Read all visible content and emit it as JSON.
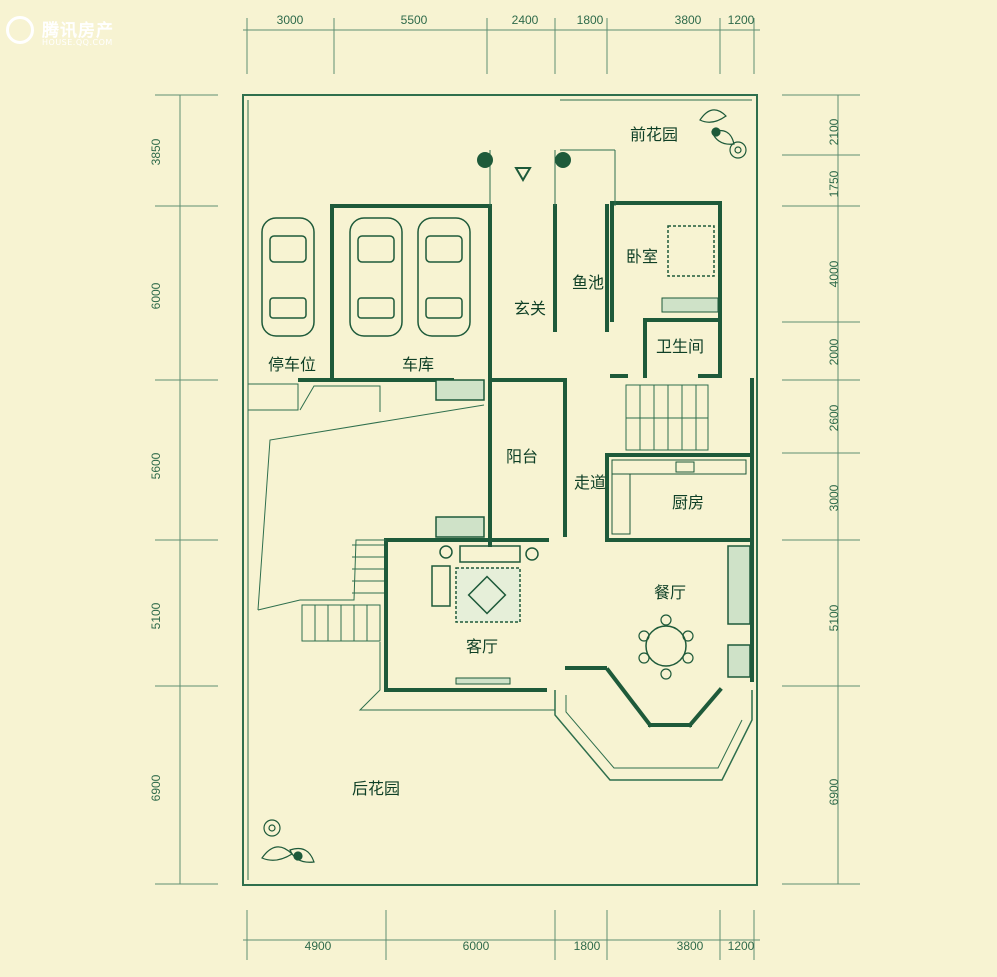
{
  "watermark": {
    "brand": "腾讯房产",
    "domain": "HOUSE.QQ.COM"
  },
  "dimensions": {
    "top": [
      "3000",
      "5500",
      "2400",
      "1800",
      "3800",
      "1200"
    ],
    "bottom": [
      "4900",
      "6000",
      "1800",
      "3800",
      "1200"
    ],
    "left": [
      "3850",
      "6000",
      "5600",
      "5100",
      "6900"
    ],
    "right": [
      "2100",
      "1750",
      "4000",
      "2000",
      "2600",
      "3000",
      "5100",
      "6900"
    ]
  },
  "rooms": {
    "front_garden": "前花园",
    "bedroom": "卧室",
    "fish_pond": "鱼池",
    "foyer": "玄关",
    "bathroom": "卫生间",
    "parking": "停车位",
    "garage": "车库",
    "balcony": "阳台",
    "corridor": "走道",
    "kitchen": "厨房",
    "dining": "餐厅",
    "living": "客厅",
    "back_garden": "后花园"
  },
  "colors": {
    "wall": "#1e5a3a",
    "line": "#2f6f4d",
    "background": "#f7f3d2",
    "fill": "#cfe2c8"
  }
}
